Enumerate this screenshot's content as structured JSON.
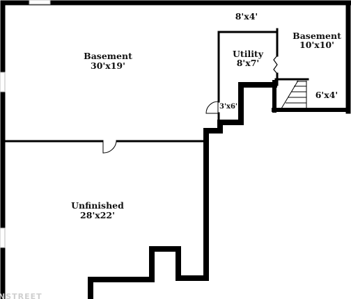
{
  "plan": {
    "rooms": {
      "basement_main": {
        "name": "Basement",
        "size": "30'x19'"
      },
      "unfinished": {
        "name": "Unfinished",
        "size": "28'x22'"
      },
      "utility": {
        "name": "Utility",
        "size": "8'x7'"
      },
      "basement_small": {
        "name": "Basement",
        "size": "10'x10'"
      }
    },
    "labels": {
      "top_dim": "8'x4'",
      "stair_dim": "6'x4'",
      "closet_dim": "3'x6'"
    },
    "watermark": "NSTREET"
  },
  "colors": {
    "wall": "#000000",
    "background": "#ffffff",
    "window": "#cccccc"
  }
}
